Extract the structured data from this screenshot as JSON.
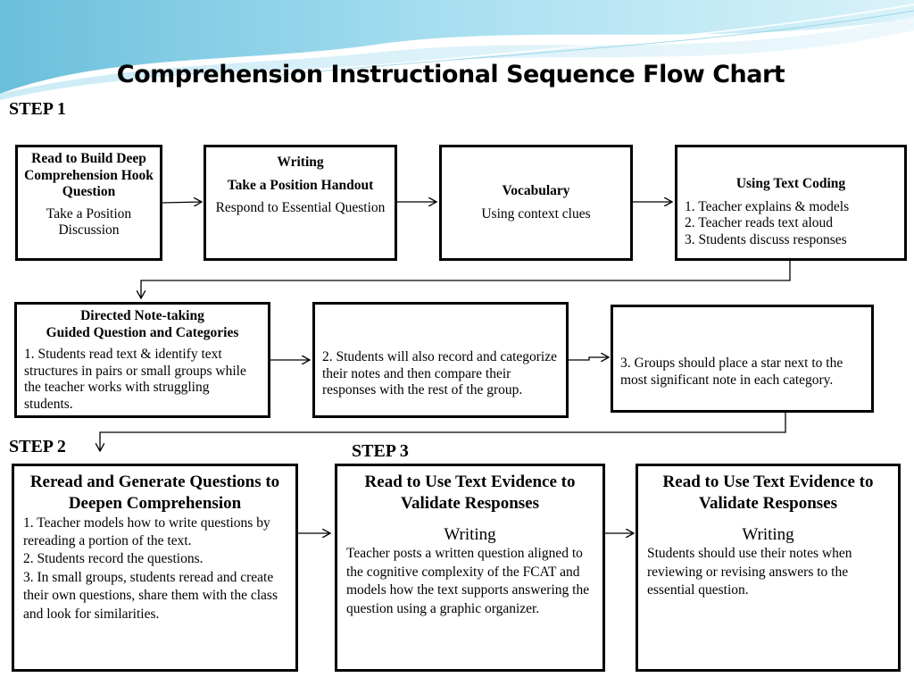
{
  "title": "Comprehension Instructional Sequence Flow Chart",
  "steps": {
    "step1": "STEP 1",
    "step2": "STEP 2",
    "step3": "STEP 3"
  },
  "row1": [
    {
      "heading": "Read to Build Deep Comprehension Hook Question",
      "lines": [
        "Take a Position Discussion"
      ]
    },
    {
      "heading": "Writing",
      "subheading": "Take a Position Handout",
      "lines": [
        "Respond to Essential Question"
      ]
    },
    {
      "heading": "Vocabulary",
      "lines": [
        "Using context clues"
      ]
    },
    {
      "heading": "Using Text Coding",
      "items": [
        "1.  Teacher explains & models",
        "2.  Teacher reads text aloud",
        "3.  Students discuss responses"
      ]
    }
  ],
  "row2": [
    {
      "heading": "Directed Note-taking",
      "subheading": "Guided Question and Categories",
      "text": "1.  Students read text & identify text structures in pairs or small groups while the teacher works with struggling students."
    },
    {
      "text": "2.  Students will also record and categorize their notes  and then compare their responses with the rest of the group."
    },
    {
      "text": "3.  Groups should place a star next to the most significant note in each category."
    }
  ],
  "row3": [
    {
      "heading": "Reread and Generate Questions to Deepen Comprehension",
      "items": [
        "1.  Teacher models how to write questions by rereading a portion of the text.",
        "2.  Students record the questions.",
        "3.  In small groups, students reread and create their own questions, share them with the class and look for similarities."
      ]
    },
    {
      "heading": "Read to Use Text Evidence to Validate Responses",
      "subheading": "Writing",
      "text": "Teacher posts a written question aligned to the cognitive complexity of the FCAT and models how the text supports answering the question using a graphic organizer."
    },
    {
      "heading": "Read to Use Text Evidence to Validate Responses",
      "subheading": "Writing",
      "text": "Students should use their notes when reviewing or revising answers to the essential question."
    }
  ]
}
